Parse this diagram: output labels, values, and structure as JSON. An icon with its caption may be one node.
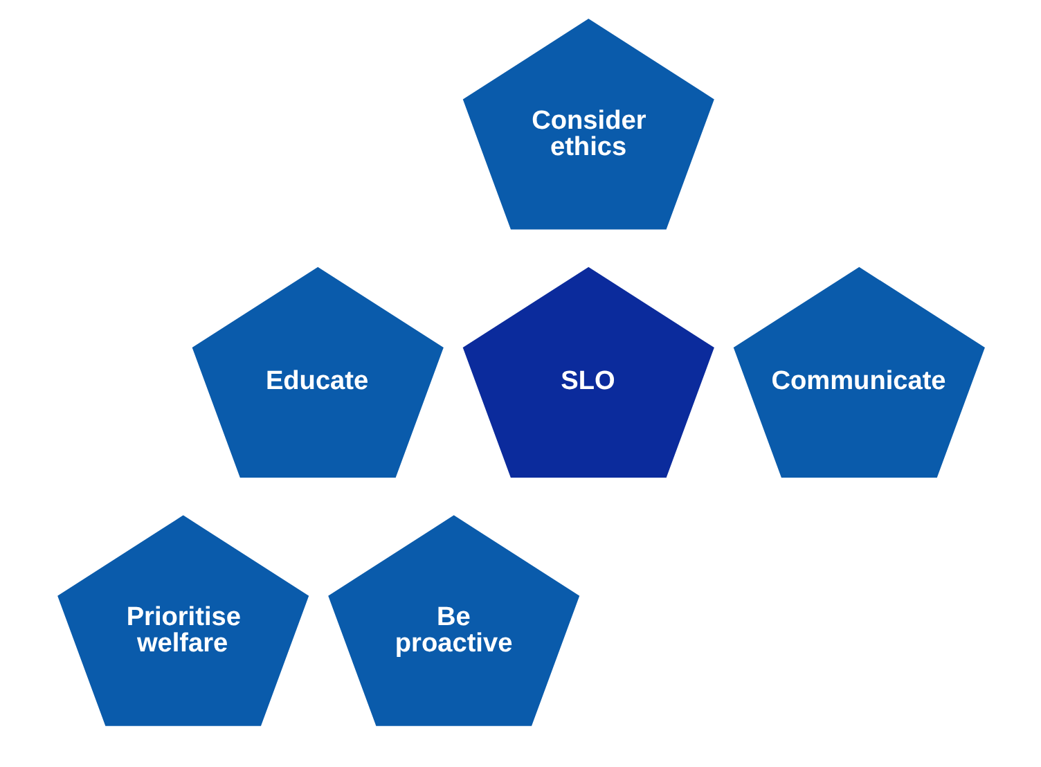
{
  "diagram": {
    "nodes": [
      {
        "text": [
          "Consider ethics"
        ]
      },
      {
        "text": [
          "Educate"
        ]
      },
      {
        "text": [
          "SLO"
        ]
      },
      {
        "text": [
          "Communicate"
        ]
      },
      {
        "text": [
          "Prioritise welfare"
        ]
      },
      {
        "text": [
          "Be proactive"
        ]
      }
    ]
  }
}
